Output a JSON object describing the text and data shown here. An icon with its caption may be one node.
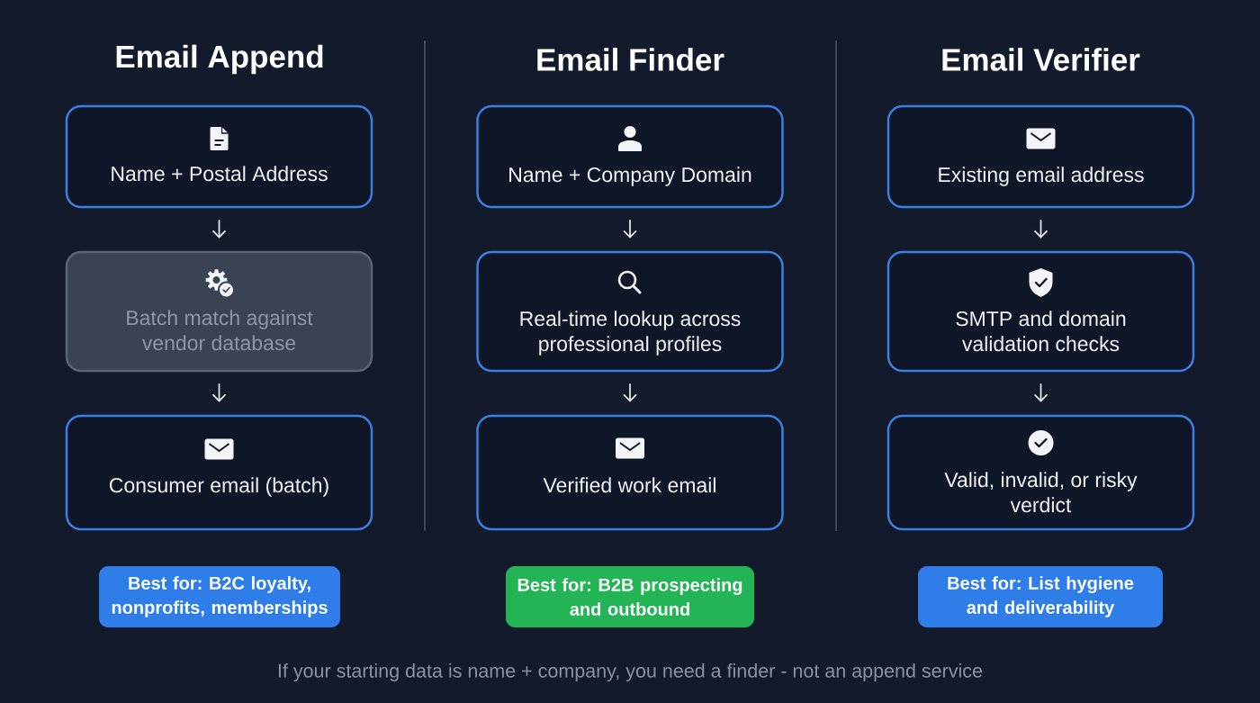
{
  "diagram": {
    "caption": "If your starting data is name + company, you need a finder - not an append service",
    "nodes": [
      {
        "text": [
          "Name + Postal Address"
        ]
      },
      {
        "text": [
          "Batch match against vendor database"
        ]
      },
      {
        "text": [
          "Consumer email (batch)"
        ]
      },
      {
        "text": [
          "Best for: B2C loyalty, nonprofits, memberships"
        ]
      },
      {
        "text": [
          "Name + Company Domain"
        ]
      },
      {
        "text": [
          "Real-time lookup across professional profiles"
        ]
      },
      {
        "text": [
          "Verified work email"
        ]
      },
      {
        "text": [
          "Best for: B2B prospecting and outbound"
        ]
      },
      {
        "text": [
          "Existing email address"
        ]
      },
      {
        "text": [
          "SMTP and domain validation checks"
        ]
      },
      {
        "text": [
          "Valid, invalid, or risky verdict"
        ]
      },
      {
        "text": [
          "Best for: List hygiene and deliverability"
        ]
      }
    ],
    "edges": [
      {
        "from": 0,
        "to": 1,
        "arrow": "to"
      },
      {
        "from": 1,
        "to": 2,
        "arrow": "to"
      },
      {
        "from": 4,
        "to": 5,
        "arrow": "to"
      },
      {
        "from": 5,
        "to": 6,
        "arrow": "to"
      },
      {
        "from": 8,
        "to": 9,
        "arrow": "to"
      },
      {
        "from": 9,
        "to": 10,
        "arrow": "to"
      }
    ],
    "labels": [
      "Email Append",
      "Email Finder",
      "Email Verifier"
    ]
  }
}
